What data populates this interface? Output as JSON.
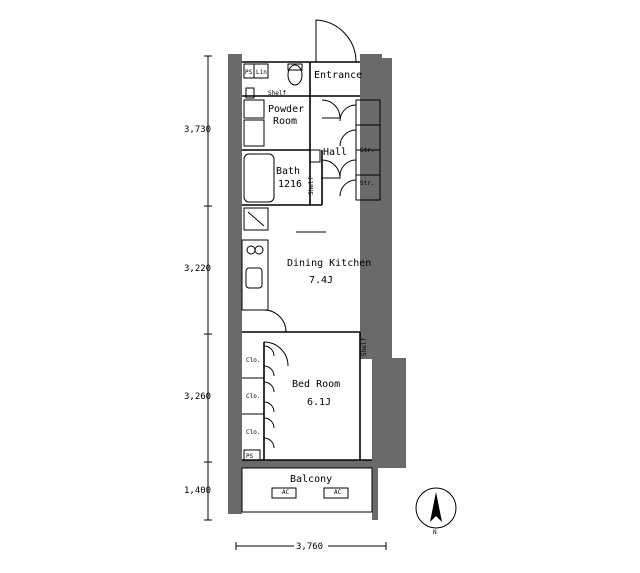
{
  "plan": {
    "rooms": {
      "entrance": "Entrance",
      "powder_room_line1": "Powder",
      "powder_room_line2": "Room",
      "hall": "Hall",
      "bath_line1": "Bath",
      "bath_line2": "1216",
      "dining_kitchen": "Dining Kitchen",
      "dining_kitchen_size": "7.4J",
      "bed_room": "Bed Room",
      "bed_room_size": "6.1J",
      "balcony": "Balcony"
    },
    "fixtures": {
      "ps_top": "PS",
      "ps_bottom": "PS",
      "lin": "Lin",
      "shelf_top": "Shelf",
      "shelf_right": "Shelf",
      "str_1": "Str.",
      "str_2": "Str.",
      "clo_1": "Clo.",
      "clo_2": "Clo.",
      "clo_3": "Clo.",
      "ac_1": "AC",
      "ac_2": "AC"
    },
    "dimensions": {
      "dim_1": "3,730",
      "dim_2": "3,220",
      "dim_3": "3,260",
      "dim_4": "1,400",
      "width": "3,760"
    },
    "compass_label": "N"
  }
}
